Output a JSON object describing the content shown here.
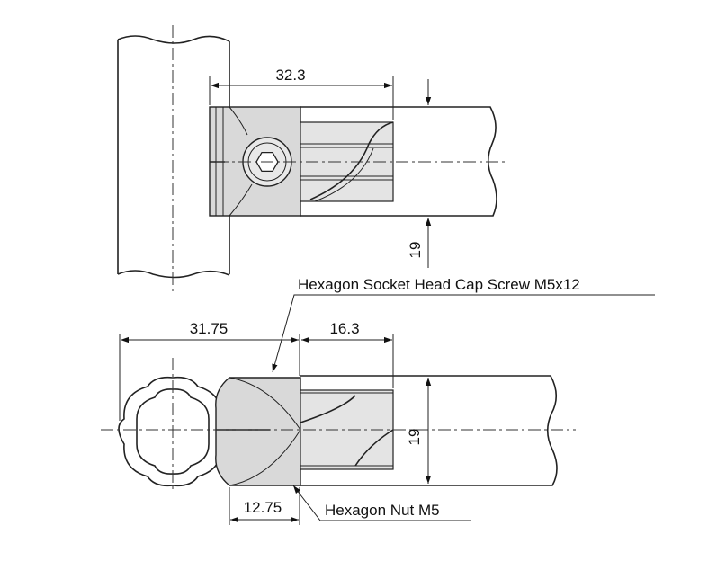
{
  "top_view": {
    "dim_width": "32.3",
    "dim_height": "19"
  },
  "bottom_view": {
    "dim_overall": "31.75",
    "dim_insert": "16.3",
    "dim_nut": "12.75",
    "dim_height": "19"
  },
  "labels": {
    "screw": "Hexagon Socket Head Cap Screw M5x12",
    "nut": "Hexagon Nut M5"
  }
}
